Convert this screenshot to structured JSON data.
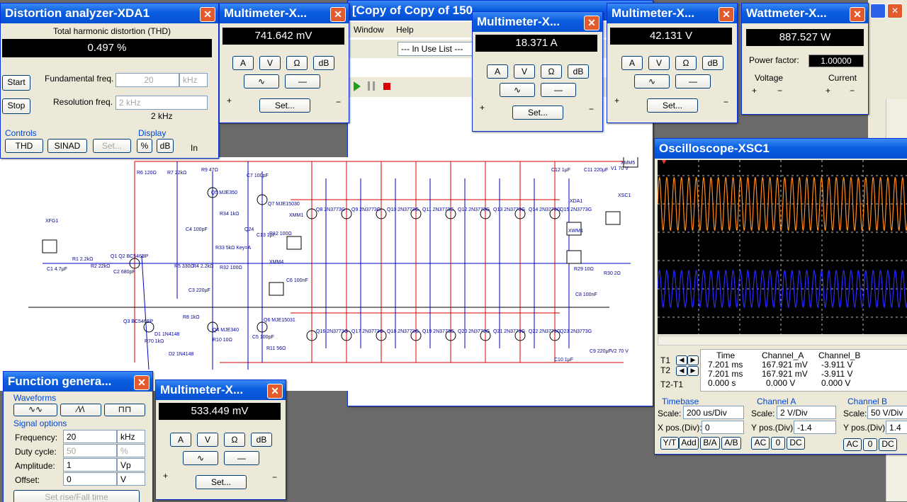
{
  "main": {
    "title": "[Copy of Copy of 150...",
    "menus": [
      "Window",
      "Help"
    ],
    "in_use_list": "--- In Use List ---"
  },
  "xda1": {
    "title": "Distortion analyzer-XDA1",
    "mode_label": "Total harmonic distortion (THD)",
    "reading": "0.497 %",
    "start": "Start",
    "stop": "Stop",
    "fund_label": "Fundamental freq.",
    "fund_value": "20",
    "fund_unit": "kHz",
    "res_label": "Resolution freq.",
    "res_value": "2 kHz",
    "res_display": "2 kHz",
    "controls_label": "Controls",
    "thd": "THD",
    "sinad": "SINAD",
    "set": "Set...",
    "display_label": "Display",
    "pct": "%",
    "db": "dB",
    "in": "In"
  },
  "mm1": {
    "title": "Multimeter-X...",
    "reading": "741.642 mV"
  },
  "mm2": {
    "title": "Multimeter-X...",
    "reading": "18.371 A"
  },
  "mm3": {
    "title": "Multimeter-X...",
    "reading": "42.131 V"
  },
  "mm4": {
    "title": "Multimeter-X...",
    "reading": "533.449 mV"
  },
  "meter_buttons": {
    "a": "A",
    "v": "V",
    "ohm": "Ω",
    "db": "dB",
    "set": "Set...",
    "plus": "+",
    "minus": "−"
  },
  "wattmeter": {
    "title": "Wattmeter-X...",
    "reading": "887.527 W",
    "pf_label": "Power factor:",
    "pf_value": "1.00000",
    "voltage": "Voltage",
    "current": "Current"
  },
  "fgen": {
    "title": "Function genera...",
    "waveforms": "Waveforms",
    "signal_options": "Signal options",
    "freq_label": "Frequency:",
    "freq_value": "20",
    "freq_unit": "kHz",
    "duty_label": "Duty cycle:",
    "duty_value": "50",
    "duty_unit": "%",
    "amp_label": "Amplitude:",
    "amp_value": "1",
    "amp_unit": "Vp",
    "off_label": "Offset:",
    "off_value": "0",
    "off_unit": "V",
    "rise_fall": "Set rise/Fall time"
  },
  "scope": {
    "title": "Oscilloscope-XSC1",
    "t1": "T1",
    "t2": "T2",
    "t2t1": "T2-T1",
    "headers": [
      "Time",
      "Channel_A",
      "Channel_B"
    ],
    "rows": [
      [
        "7.201 ms",
        "167.921 mV",
        "-3.911 V"
      ],
      [
        "7.201 ms",
        "167.921 mV",
        "-3.911 V"
      ],
      [
        "0.000 s",
        "0.000 V",
        "0.000 V"
      ]
    ],
    "timebase": "Timebase",
    "tb_scale_label": "Scale:",
    "tb_scale": "200 us/Div",
    "tb_xpos_label": "X pos.(Div):",
    "tb_xpos": "0",
    "cha": "Channel A",
    "cha_scale_label": "Scale:",
    "cha_scale": "2  V/Div",
    "cha_ypos_label": "Y pos.(Div):",
    "cha_ypos": "-1.4",
    "chb": "Channel B",
    "chb_scale_label": "Scale:",
    "chb_scale": "50  V/Div",
    "chb_ypos_label": "Y pos.(Div):",
    "chb_ypos": "1.4",
    "yt": "Y/T",
    "add": "Add",
    "ba": "B/A",
    "ab": "A/B",
    "ac": "AC",
    "zero": "0",
    "dc": "DC"
  },
  "schematic": {
    "labels": [
      "R6 120Ω",
      "R7 22kΩ",
      "R9 47Ω",
      "Q5 MJE350",
      "C7 100pF",
      "Q7 MJE15030",
      "C4 100pF",
      "R34 1kΩ",
      "R33 5kΩ Key=A",
      "Q24",
      "C13 1μF",
      "R12 100Ω",
      "XMM1",
      "Q1 Q2 BC546BP",
      "R1 2.2kΩ",
      "R2 22kΩ",
      "C2 680pF",
      "R5 330Ω",
      "R4 2.2kΩ",
      "R32 100Ω",
      "C3 220μF",
      "XMM4",
      "C6 100nF",
      "XFG1",
      "C1 4.7μF",
      "Q3 BC546BP",
      "R8 1kΩ",
      "Q4 MJE340",
      "D1 1N4148",
      "D2 1N4148",
      "R10 10Ω",
      "R70 1kΩ",
      "Q6 MJE15031",
      "C5 100pF",
      "R11 56Ω",
      "Q8 2N3773G",
      "Q9 2N3773G",
      "Q10 2N3773G",
      "Q11 2N3773G",
      "Q12 2N3773G",
      "Q13 2N3773G",
      "Q14 2N3773G",
      "Q15 2N3773G",
      "Q16 2N3773G",
      "Q17 2N3773G",
      "Q18 2N3773G",
      "Q19 2N3773G",
      "Q20 2N3773G",
      "Q21 2N3773G",
      "Q22 2N3773G",
      "Q23 2N3773G",
      "XMM5",
      "C12 1μF",
      "C11 220μF",
      "V1 70 V",
      "XSC1",
      "XDA1",
      "XWM1",
      "C9 220μF",
      "V2 70 V",
      "C10 1μF",
      "R29 10Ω",
      "R30 2Ω",
      "C8 100nF"
    ]
  },
  "colors": {
    "title_blue": "#0a5de0",
    "trace_a": "#ff8c1a",
    "trace_b": "#2a2aff",
    "wire_red": "#d40000",
    "wire_blue": "#0000c8"
  }
}
